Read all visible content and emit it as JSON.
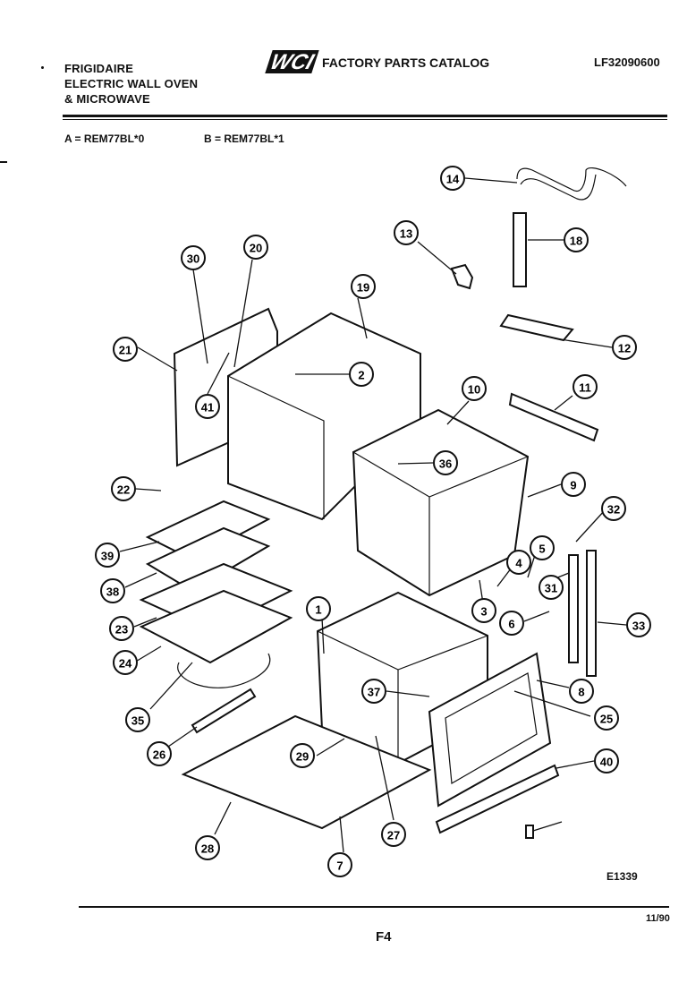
{
  "header": {
    "brand_lines": [
      "FRIGIDAIRE",
      "ELECTRIC WALL OVEN",
      "& MICROWAVE"
    ],
    "logo_text": "WCI",
    "catalog_title": "FACTORY PARTS CATALOG",
    "catalog_number": "LF32090600"
  },
  "models": {
    "a": "A = REM77BL*0",
    "b": "B = REM77BL*1"
  },
  "callouts": [
    "14",
    "18",
    "13",
    "30",
    "20",
    "19",
    "12",
    "21",
    "2",
    "41",
    "10",
    "11",
    "22",
    "36",
    "9",
    "32",
    "39",
    "5",
    "4",
    "38",
    "31",
    "3",
    "1",
    "6",
    "23",
    "33",
    "37",
    "8",
    "24",
    "35",
    "25",
    "26",
    "29",
    "40",
    "27",
    "28",
    "7"
  ],
  "footer": {
    "drawing_code": "E1339",
    "page": "F4",
    "date": "11/90"
  }
}
